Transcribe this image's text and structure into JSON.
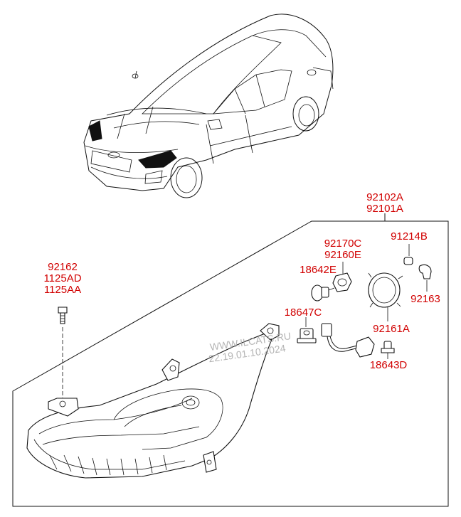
{
  "diagram": {
    "assembly_labels": [
      "92102A",
      "92101A"
    ],
    "part_labels": {
      "p92162": [
        "92162",
        "1125AD",
        "1125AA"
      ],
      "p92170C": [
        "92170C",
        "92160E"
      ],
      "p91214B": "91214B",
      "p18642E": "18642E",
      "p92163": "92163",
      "p18647C": "18647C",
      "p92161A": "92161A",
      "p18643D": "18643D"
    },
    "watermark": {
      "line1": "WWW.ILCATS.RU",
      "line2": "22.19.01.10.2024"
    },
    "colors": {
      "label": "#d10000",
      "header": "#111111",
      "line": "#111111"
    }
  }
}
